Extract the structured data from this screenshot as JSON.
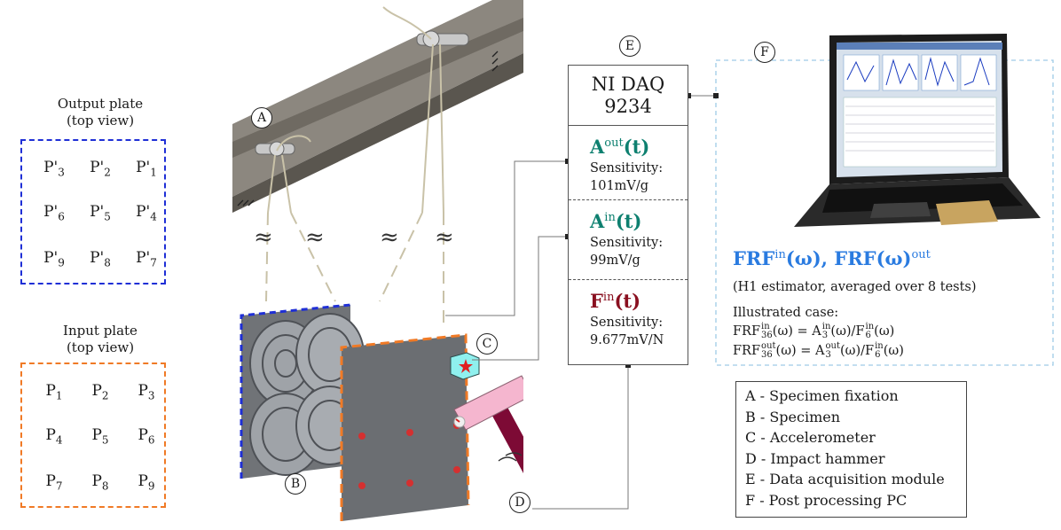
{
  "output_plate": {
    "title_line1": "Output plate",
    "title_line2": "(top view)",
    "points": [
      {
        "base": "P'",
        "sub": "3"
      },
      {
        "base": "P'",
        "sub": "2"
      },
      {
        "base": "P'",
        "sub": "1"
      },
      {
        "base": "P'",
        "sub": "6"
      },
      {
        "base": "P'",
        "sub": "5"
      },
      {
        "base": "P'",
        "sub": "4"
      },
      {
        "base": "P'",
        "sub": "9"
      },
      {
        "base": "P'",
        "sub": "8"
      },
      {
        "base": "P'",
        "sub": "7"
      }
    ],
    "border_color": "#1f2fd6"
  },
  "input_plate": {
    "title_line1": "Input plate",
    "title_line2": "(top view)",
    "points": [
      {
        "base": "P",
        "sub": "1"
      },
      {
        "base": "P",
        "sub": "2"
      },
      {
        "base": "P",
        "sub": "3"
      },
      {
        "base": "P",
        "sub": "4"
      },
      {
        "base": "P",
        "sub": "5"
      },
      {
        "base": "P",
        "sub": "6"
      },
      {
        "base": "P",
        "sub": "7"
      },
      {
        "base": "P",
        "sub": "8"
      },
      {
        "base": "P",
        "sub": "9"
      }
    ],
    "border_color": "#f07a26"
  },
  "labels": {
    "A": "A",
    "B": "B",
    "C": "C",
    "D": "D",
    "E": "E",
    "F": "F"
  },
  "approx_symbol": "≈",
  "daq": {
    "title_line1": "NI  DAQ",
    "title_line2": "9234",
    "channels": [
      {
        "sym": "A",
        "sup": "out",
        "arg": "(t)",
        "sens_label": "Sensitivity:",
        "sens_value": "101mV/g",
        "color": "#0e8070"
      },
      {
        "sym": "A",
        "sup": "in",
        "arg": "(t)",
        "sens_label": "Sensitivity:",
        "sens_value": "99mV/g",
        "color": "#0e8070"
      },
      {
        "sym": "F",
        "sup": "in",
        "arg": "(t)",
        "sens_label": "Sensitivity:",
        "sens_value": "9.677mV/N",
        "color": "#8a1020"
      }
    ]
  },
  "frf": {
    "p1": "FRF",
    "s1": "in",
    "p2": "(ω), FRF(ω)",
    "s2": "out",
    "color": "#2a7be0",
    "estimator": "(H1 estimator, averaged over 8 tests)",
    "illustrated": "Illustrated case:",
    "eq1": {
      "lhs": "FRF",
      "lsup": "in",
      "lsub": "36",
      "mid": "(ω) = A",
      "msup": "in",
      "msub": "3",
      "den": "(ω)/F",
      "dsup": "in",
      "dsub": "6",
      "tail": "(ω)"
    },
    "eq2": {
      "lhs": "FRF",
      "lsup": "out",
      "lsub": "36",
      "mid": "(ω) = A",
      "msup": "out",
      "msub": "3",
      "den": "(ω)/F",
      "dsup": "in",
      "dsub": "6",
      "tail": "(ω)"
    }
  },
  "legend": [
    "A - Specimen fixation",
    "B - Specimen",
    "C - Accelerometer",
    "D - Impact hammer",
    "E - Data acquisition module",
    "F - Post processing PC"
  ],
  "colors": {
    "teal": "#0e8070",
    "maroon": "#8a1020",
    "blue": "#2a7be0",
    "hammer_head": "#f5b6cf",
    "hammer_handle": "#7d0a35",
    "accelerometer": "#8ff0ee"
  }
}
